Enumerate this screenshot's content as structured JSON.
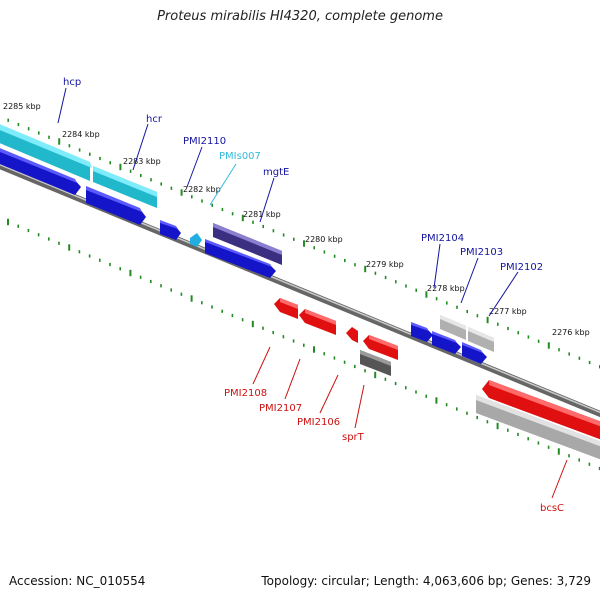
{
  "header": {
    "title": "Proteus mirabilis HI4320, complete genome"
  },
  "footer": {
    "accession": "Accession: NC_010554",
    "summary": "Topology: circular; Length: 4,063,606 bp; Genes: 3,729"
  },
  "colors": {
    "forward_gene": "#1a1aff",
    "reverse_gene": "#ff1a1a",
    "rna_gene": "#33d6f0",
    "pseudo_gene": "#4b3f99",
    "misc_feature": "#bfbfbf",
    "dark_feature": "#666666",
    "tick": "#228b22",
    "backbone": "#777777",
    "label_forward": "#1414a0",
    "label_reverse": "#cc1111",
    "label_rna": "#33bbdd"
  },
  "scale": {
    "kbp_labels": [
      "2285 kbp",
      "2284 kbp",
      "2283 kbp",
      "2282 kbp",
      "2281 kbp",
      "2280 kbp",
      "2279 kbp",
      "2278 kbp",
      "2277 kbp",
      "2276 kbp"
    ]
  },
  "gene_labels": {
    "hcp": "hcp",
    "hcr": "hcr",
    "PMI2110": "PMI2110",
    "PMIs007": "PMIs007",
    "mgtE": "mgtE",
    "PMI2104": "PMI2104",
    "PMI2103": "PMI2103",
    "PMI2102": "PMI2102",
    "PMI2108": "PMI2108",
    "PMI2107": "PMI2107",
    "PMI2106": "PMI2106",
    "sprT": "sprT",
    "bcsC": "bcsC"
  }
}
